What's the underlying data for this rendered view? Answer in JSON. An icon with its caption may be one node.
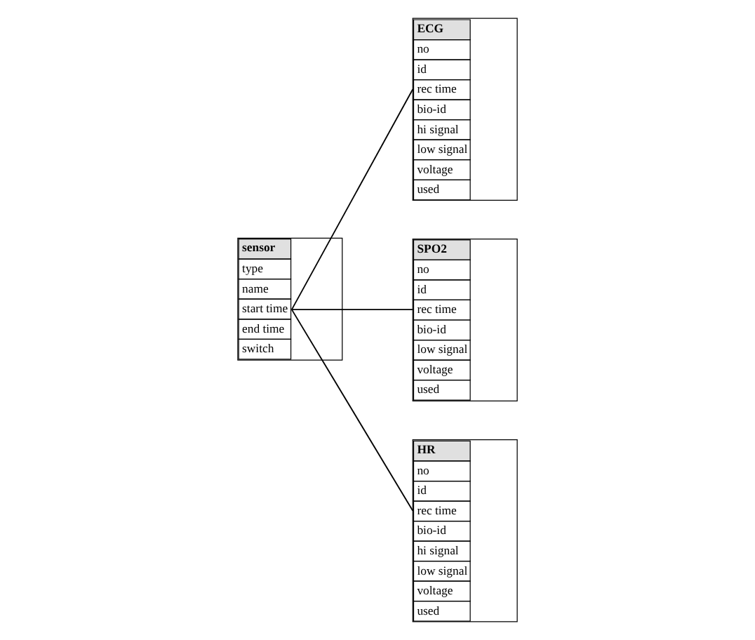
{
  "diagram": {
    "nodes": [
      {
        "text": [
          "sensor",
          "type",
          "name",
          "start time",
          "end time",
          "switch"
        ]
      },
      {
        "text": [
          "ECG",
          "no",
          "id",
          "rec time",
          "bio-id",
          "hi signal",
          "low signal",
          "voltage",
          "used"
        ]
      },
      {
        "text": [
          "SPO2",
          "no",
          "id",
          "rec time",
          "bio-id",
          "low signal",
          "voltage",
          "used"
        ]
      },
      {
        "text": [
          "HR",
          "no",
          "id",
          "rec time",
          "bio-id",
          "hi signal",
          "low signal",
          "voltage",
          "used"
        ]
      }
    ],
    "edges": [
      {
        "from": 0,
        "to": 1,
        "arrow": "none"
      },
      {
        "from": 0,
        "to": 2,
        "arrow": "none"
      },
      {
        "from": 0,
        "to": 3,
        "arrow": "none"
      }
    ]
  }
}
